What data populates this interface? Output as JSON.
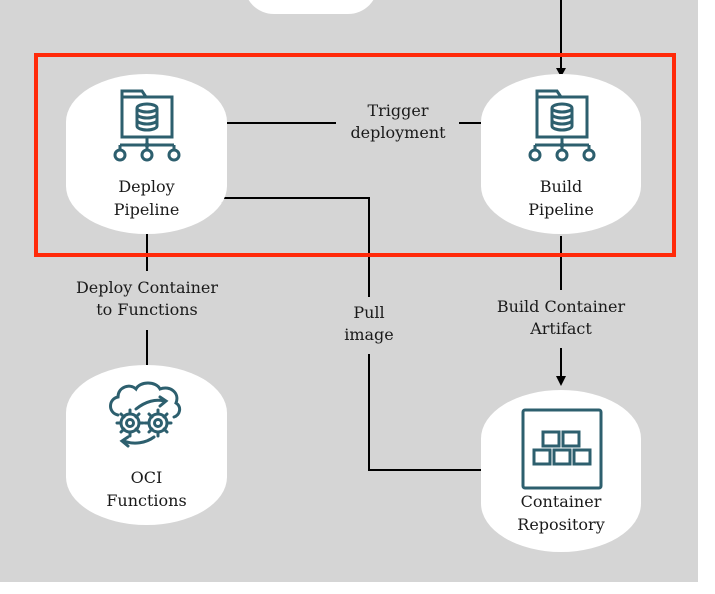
{
  "diagram": {
    "title": "OCI DevOps deployment flow",
    "colors": {
      "background": "#d5d5d5",
      "node_fill": "#ffffff",
      "icon_stroke": "#2d5f6e",
      "highlight": "#ff2a0a",
      "connector": "#000000"
    },
    "nodes": {
      "deploy_pipeline": {
        "line1": "Deploy",
        "line2": "Pipeline",
        "icon": "pipeline-icon"
      },
      "build_pipeline": {
        "line1": "Build",
        "line2": "Pipeline",
        "icon": "pipeline-icon"
      },
      "oci_functions": {
        "line1": "OCI",
        "line2": "Functions",
        "icon": "cloud-gears-icon"
      },
      "container_repository": {
        "line1": "Container",
        "line2": "Repository",
        "icon": "container-registry-icon"
      }
    },
    "edges": {
      "trigger_deployment": {
        "line1": "Trigger",
        "line2": "deployment",
        "from": "Build Pipeline",
        "to": "Deploy Pipeline"
      },
      "deploy_to_functions": {
        "line1": "Deploy Container",
        "line2": "to Functions",
        "from": "Deploy Pipeline",
        "to": "OCI Functions"
      },
      "pull_image": {
        "line1": "Pull",
        "line2": "image",
        "from": "Container Repository",
        "to": "Deploy Pipeline"
      },
      "build_artifact": {
        "line1": "Build Container",
        "line2": "Artifact",
        "from": "Build Pipeline",
        "to": "Container Repository"
      },
      "incoming": {
        "to": "Build Pipeline"
      }
    },
    "highlight_box": {
      "label": "highlighted pipelines region",
      "contains": [
        "Deploy Pipeline",
        "Build Pipeline"
      ]
    }
  }
}
